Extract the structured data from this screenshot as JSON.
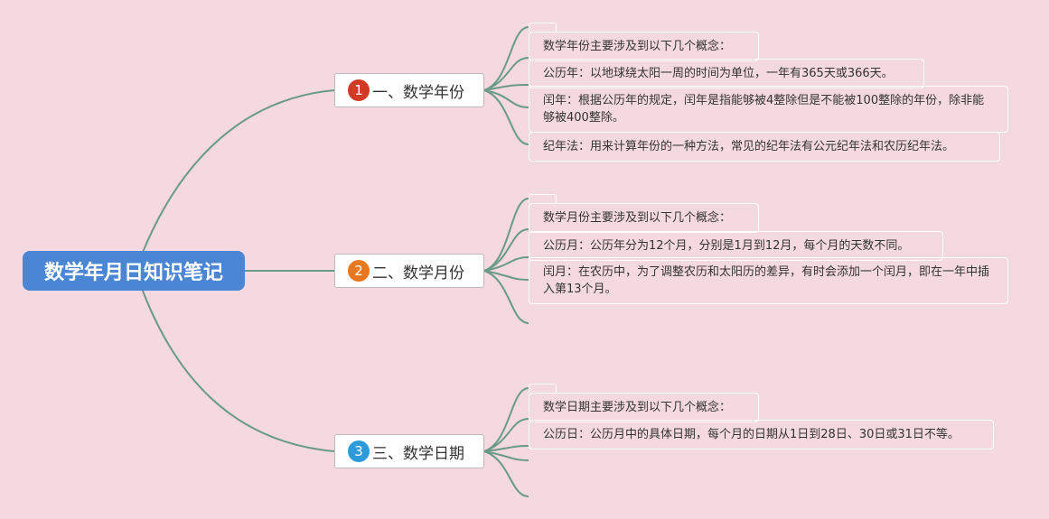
{
  "root": {
    "title": "数学年月日知识笔记"
  },
  "colors": {
    "background": "#f4d9e0",
    "root_fill": "#4a86d4",
    "connector": "#6a9a88",
    "badge_1": "#d13a25",
    "badge_2": "#e8781f",
    "badge_3": "#2e9bd9"
  },
  "branches": [
    {
      "badge": "1",
      "label": "一、数学年份",
      "leaves": [
        "数学年份主要涉及到以下几个概念：",
        "公历年：以地球绕太阳一周的时间为单位，一年有365天或366天。",
        "闰年：根据公历年的规定，闰年是指能够被4整除但是不能被100整除的年份，除非能够被400整除。",
        "纪年法：用来计算年份的一种方法，常见的纪年法有公元纪年法和农历纪年法。"
      ]
    },
    {
      "badge": "2",
      "label": "二、数学月份",
      "leaves": [
        "数学月份主要涉及到以下几个概念：",
        "公历月：公历年分为12个月，分别是1月到12月，每个月的天数不同。",
        "闰月：在农历中，为了调整农历和太阳历的差异，有时会添加一个闰月，即在一年中插入第13个月。"
      ]
    },
    {
      "badge": "3",
      "label": "三、数学日期",
      "leaves": [
        "数学日期主要涉及到以下几个概念：",
        "公历日：公历月中的具体日期，每个月的日期从1日到28日、30日或31日不等。"
      ]
    }
  ]
}
